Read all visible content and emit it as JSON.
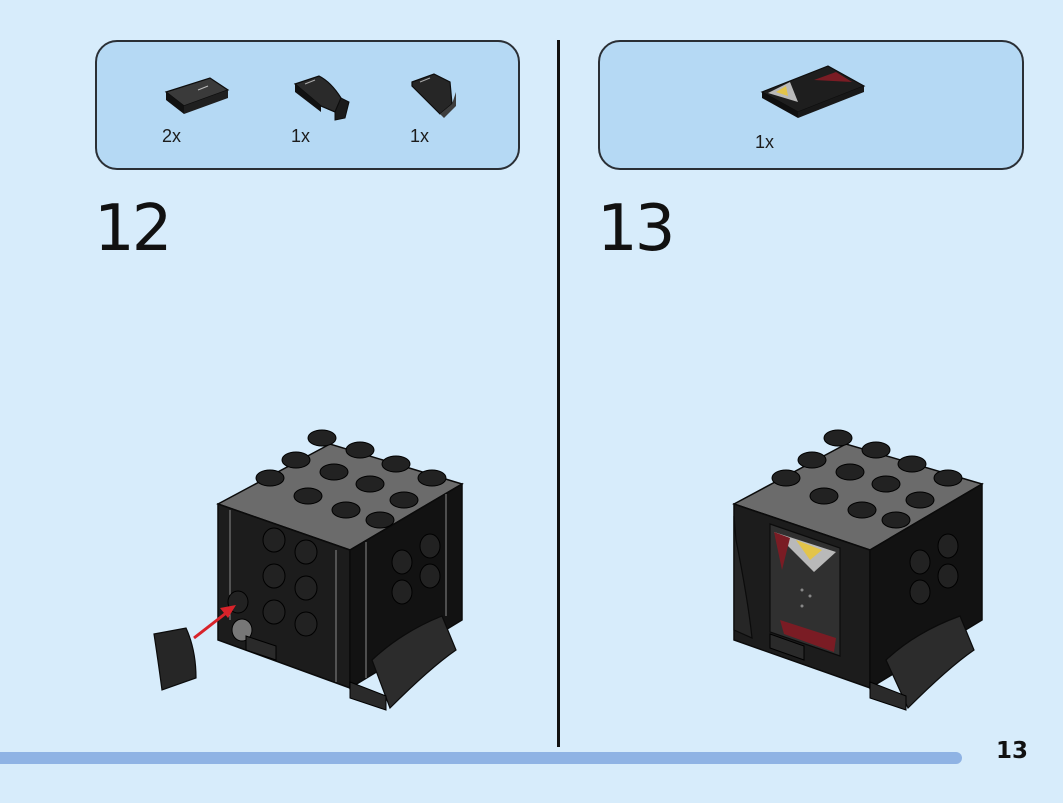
{
  "steps": [
    {
      "number": "12",
      "parts": [
        {
          "qty": "2x",
          "icon": "flat-tile-icon"
        },
        {
          "qty": "1x",
          "icon": "curved-slope-left-icon"
        },
        {
          "qty": "1x",
          "icon": "curved-slope-right-icon"
        }
      ]
    },
    {
      "number": "13",
      "parts": [
        {
          "qty": "1x",
          "icon": "printed-tile-icon"
        }
      ]
    }
  ],
  "progress": {
    "fraction": 0.905
  },
  "page_number": "13",
  "colors": {
    "background": "#d7ecfb",
    "parts_box": "#b5d9f4",
    "brick": "#1a1a1a",
    "arrow": "#d8232a",
    "progress": "#8fb3e4"
  }
}
